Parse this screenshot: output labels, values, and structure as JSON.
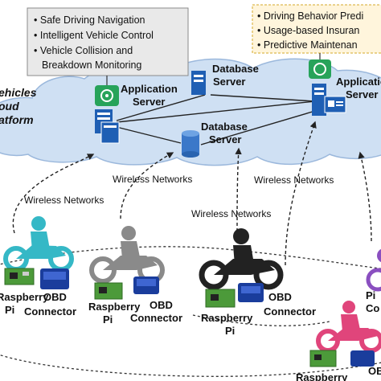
{
  "services_left": {
    "items": [
      "Safe Driving Navigation",
      "Intelligent Vehicle Control",
      "Vehicle Collision and",
      "Breakdown Monitoring"
    ]
  },
  "services_right": {
    "items": [
      "Driving Behavior Predi",
      "Usage-based Insuran",
      "Predictive Maintenan"
    ]
  },
  "cloud": {
    "label_line1": "ehicles",
    "label_line2": "oud",
    "label_line3": "atform"
  },
  "servers": {
    "app_left_line1": "Application",
    "app_left_line2": "Server",
    "db_top_line1": "Database",
    "db_top_line2": "Server",
    "db_mid_line1": "Database",
    "db_mid_line2": "Server",
    "app_right_line1": "Applicatio",
    "app_right_line2": "Server"
  },
  "networks": {
    "wn1": "Wireless Networks",
    "wn2": "Wireless Networks",
    "wn3": "Wireless Networks",
    "wn4": "Wireless Networks"
  },
  "vehicles": {
    "v1_rpi_line1": "Raspberry",
    "v1_rpi_line2": "Pi",
    "v1_obd_line1": "OBD",
    "v1_obd_line2": "Connector",
    "v2_rpi_line1": "Raspberry",
    "v2_rpi_line2": "Pi",
    "v2_obd_line1": "OBD",
    "v2_obd_line2": "Connector",
    "v3_rpi_line1": "Raspberry",
    "v3_rpi_line2": "Pi",
    "v3_obd_line1": "OBD",
    "v3_obd_line2": "Connector",
    "v4_rpi_line1": "Raspberry",
    "v4_rpi_line2": "Pi",
    "v4_obd_line1": "OBD",
    "v4_obd_line2": "Co"
  },
  "colors": {
    "cloud_fill": "#cfe0f3",
    "left_box_fill": "#e9e9e9",
    "right_box_fill": "#fff5dc",
    "right_box_border": "#d4a92a",
    "server_blue": "#1f5fb4",
    "icon_green": "#27a35a",
    "rider_teal": "#35b8c6",
    "rider_grey": "#8a8a8a",
    "rider_dark": "#222222",
    "rider_pink": "#e0457b",
    "rider_purple": "#8a4fc0",
    "arrow_dark": "#222222"
  }
}
